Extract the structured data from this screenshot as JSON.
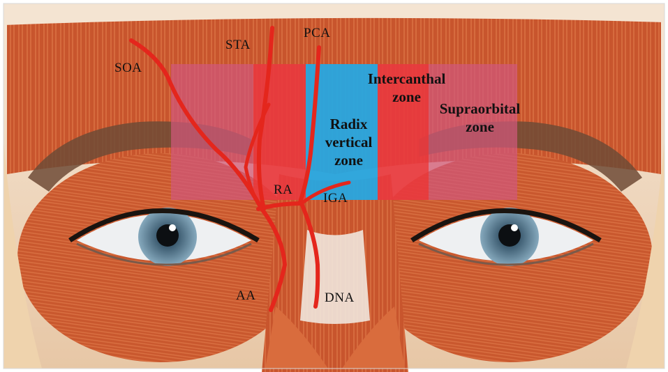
{
  "zones": {
    "intercanthal": "Intercanthal zone",
    "supraorbital": "Supraorbital zone",
    "radix": "Radix vertical zone"
  },
  "arteries": {
    "soa": "SOA",
    "sta": "STA",
    "pca": "PCA",
    "ra": "RA",
    "iga": "IGA",
    "aa": "AA",
    "dna": "DNA"
  },
  "colors": {
    "skin": "#f3dcc0",
    "muscle": "#c8572c",
    "zone_red": "#e8393f",
    "zone_blue": "#2aa5dd",
    "zone_pink": "#d0587c",
    "artery": "#e4261c"
  }
}
